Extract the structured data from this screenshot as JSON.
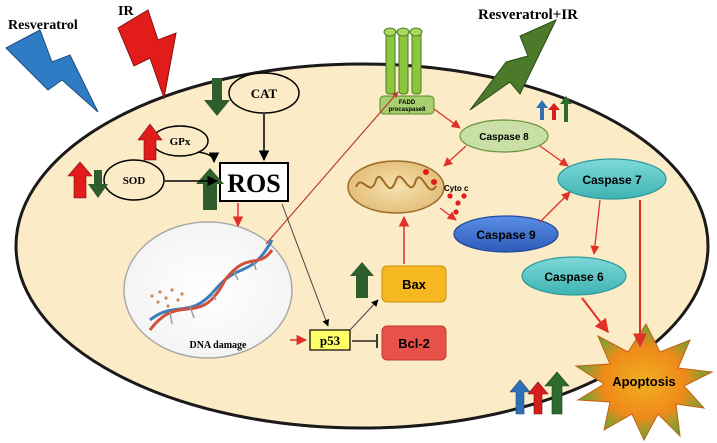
{
  "labels": {
    "resveratrol": "Resveratrol",
    "ir": "IR",
    "combo": "Resveratrol+IR",
    "cat": "CAT",
    "gpx": "GPx",
    "sod": "SOD",
    "ros": "ROS",
    "dna_damage": "DNA damage",
    "p53": "p53",
    "bax": "Bax",
    "bcl2": "Bcl-2",
    "fadd": "FADD",
    "procaspase8": "procaspase8",
    "caspase8": "Caspase 8",
    "caspase7": "Caspase 7",
    "caspase9": "Caspase 9",
    "caspase6": "Caspase 6",
    "cyto_c": "Cyto c",
    "apoptosis": "Apoptosis"
  },
  "colors": {
    "cell_fill": "#fbecc7",
    "up_blue": "#2f6fb5",
    "up_red": "#d61e1e",
    "up_green": "#2e6b2e",
    "caspase_teal": "#5ec8c8",
    "caspase_blue": "#3b6fd0",
    "caspase8_fill": "#c8e0a6",
    "bax_fill": "#f5b820",
    "bcl2_fill": "#e8514a",
    "p53_fill": "#ffff66",
    "arrow_red": "#e0302a"
  }
}
